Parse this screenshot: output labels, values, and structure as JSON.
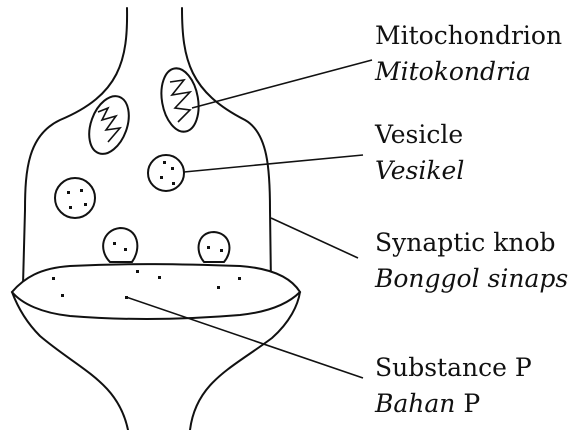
{
  "labels": {
    "mitochondrion": {
      "en": "Mitochondrion",
      "ms": "Mitokondria"
    },
    "vesicle": {
      "en": "Vesicle",
      "ms": "Vesikel"
    },
    "synaptic_knob": {
      "en": "Synaptic knob",
      "ms": "Bonggol sinaps"
    },
    "substance_p": {
      "en": "Substance P",
      "ms_word": "Bahan",
      "ms_letter": "P"
    }
  }
}
